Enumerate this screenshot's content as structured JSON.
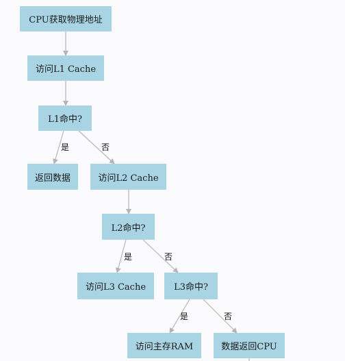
{
  "nodes": {
    "start": "CPU获取物理地址",
    "l1_access": "访问L1 Cache",
    "l1_hit": "L1命中?",
    "return_data": "返回数据",
    "l2_access": "访问L2 Cache",
    "l2_hit": "L2命中?",
    "l3_access": "访问L3 Cache",
    "l3_hit": "L3命中?",
    "ram_access": "访问主存RAM",
    "return_cpu": "数据返回CPU"
  },
  "edge_labels": {
    "yes": "是",
    "no": "否"
  },
  "colors": {
    "node_fill": "#a8d4e3",
    "edge": "#b5b5b5",
    "background": "#fbfbfd"
  }
}
